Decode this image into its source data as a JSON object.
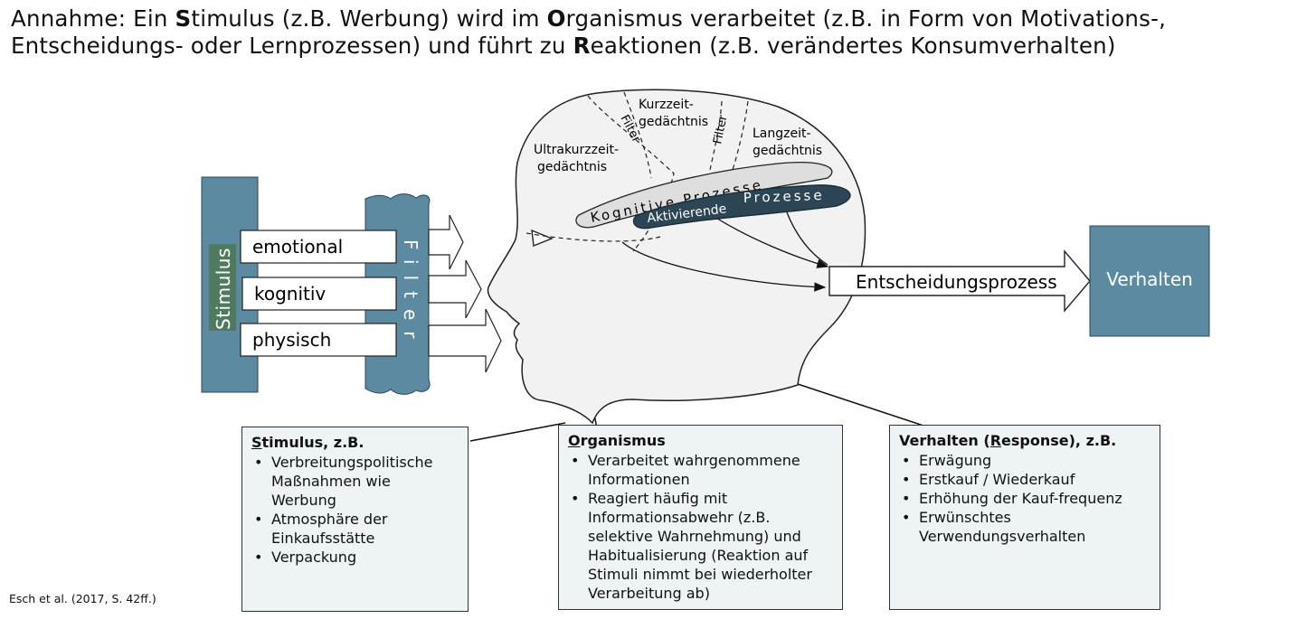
{
  "title": {
    "p1": "Annahme: Ein ",
    "s1": "S",
    "p2": "timulus (z.B. Werbung) wird im ",
    "s2": "O",
    "p3": "rganismus verarbeitet (z.B. in Form von Motivations-, Entscheidungs- oder Lernprozessen) und führt zu ",
    "s3": "R",
    "p4": "eaktionen (z.B. verändertes Konsumverhalten)"
  },
  "diagram": {
    "stimulus_label": "Stimulus",
    "filter_label": "Filter",
    "inputs": [
      "emotional",
      "kognitiv",
      "physisch"
    ],
    "memory": {
      "ultra_line1": "Ultrakurzzeit-",
      "ultra_line2": "gedächtnis",
      "kurz_line1": "Kurzzeit-",
      "kurz_line2": "gedächtnis",
      "lang_line1": "Langzeit-",
      "lang_line2": "gedächtnis",
      "filter_small": "Filter"
    },
    "kognitive_prozesse": "Kognitive Prozesse",
    "aktivierende_word1": "Aktivierende",
    "aktivierende_word2": "Prozesse",
    "decision": "Entscheidungsprozess",
    "verhalten": "Verhalten"
  },
  "boxes": {
    "stimulus": {
      "head_u": "S",
      "head_rest": "timulus, z.B.",
      "items": [
        "Verbreitungspolitische Maßnahmen wie Werbung",
        "Atmosphäre der Einkaufsstätte",
        "Verpackung"
      ]
    },
    "organismus": {
      "head_u": "O",
      "head_rest": "rganismus",
      "items": [
        "Verarbeitet wahrgenommene Informationen",
        "Reagiert häufig mit Informationsabwehr (z.B. selektive Wahrnehmung) und Habitualisierung (Reaktion auf Stimuli nimmt bei wiederholter Verarbeitung ab)"
      ]
    },
    "verhalten": {
      "head_pre": "Verhalten (",
      "head_u": "R",
      "head_rest": "esponse), z.B.",
      "items": [
        "Erwägung",
        "Erstkauf / Wiederkauf",
        "Erhöhung der Kauf-frequenz",
        "Erwünschtes Verwendungsverhalten"
      ]
    }
  },
  "citation": "Esch et al. (2017, S. 42ff.)",
  "colors": {
    "teal": "#5b8aa1",
    "dark_teal": "#2c4656",
    "head_fill": "#f2f2f2",
    "box_fill": "#eef3f6",
    "kognitive_fill": "#dedede"
  }
}
